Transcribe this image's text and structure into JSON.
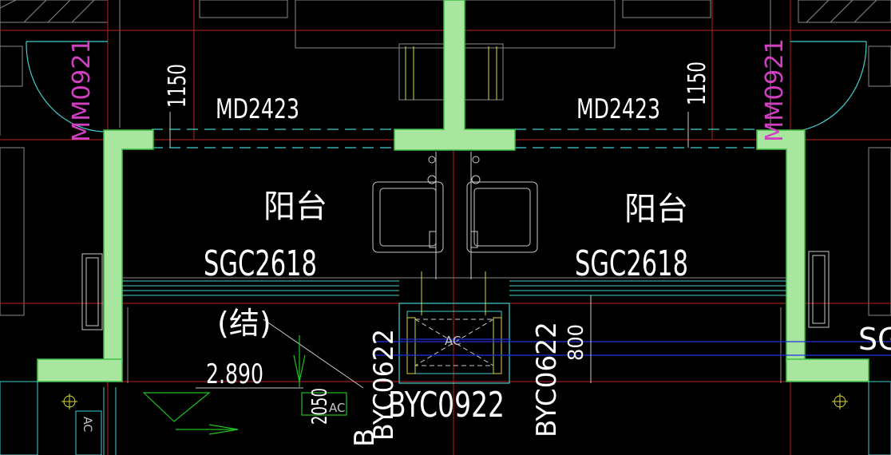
{
  "drawing": {
    "door_labels": [
      "MD2423",
      "MD2423"
    ],
    "side_door_labels": [
      "MM0921",
      "MM0921"
    ],
    "dim_1150": [
      "1150",
      "1150"
    ],
    "room_labels": [
      "阳台",
      "阳台"
    ],
    "window_labels": [
      "SGC2618",
      "SGC2618"
    ],
    "struct_label": "(结)",
    "elevation": "2.890",
    "vertical_window_labels": [
      "BYC0622",
      "BYC0622",
      "BYC0922"
    ],
    "partial_byc": "B",
    "dim_800": "800",
    "dim_2050": "2050",
    "ac_label": "AC",
    "partial_sg": "SG"
  },
  "colors": {
    "background": "#000000",
    "wall_fill": "#a8e6a0",
    "wall_line": "#3fbf3f",
    "text_white": "#ffffff",
    "magenta": "#d040c0",
    "red": "#c0201c",
    "cyan": "#40d0d0",
    "blue": "#2030e0",
    "green": "#20c020",
    "gray": "#8a8a8a",
    "yellow": "#d8d830"
  }
}
